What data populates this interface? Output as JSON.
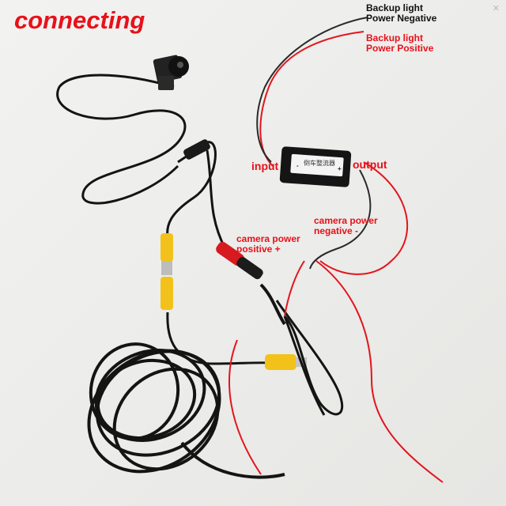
{
  "labels": {
    "title": "connecting",
    "backup_neg_1": "Backup light",
    "backup_neg_2": "Power Negative",
    "backup_pos_1": "Backup light",
    "backup_pos_2": "Power Positive",
    "input": "input",
    "output": "output",
    "cam_neg_1": "camera power",
    "cam_neg_2": "negative -",
    "cam_pos_1": "camera power",
    "cam_pos_2": "positive +",
    "module_text": "倒车整流器",
    "module_minus": "-",
    "module_plus": "+"
  },
  "colors": {
    "label_red": "#e8101a",
    "label_black": "#111111",
    "wire_red": "#e3141c",
    "cable_black": "#141414",
    "rca_yellow": "#f2c21a"
  },
  "icons": {
    "watermark": "close-icon"
  }
}
